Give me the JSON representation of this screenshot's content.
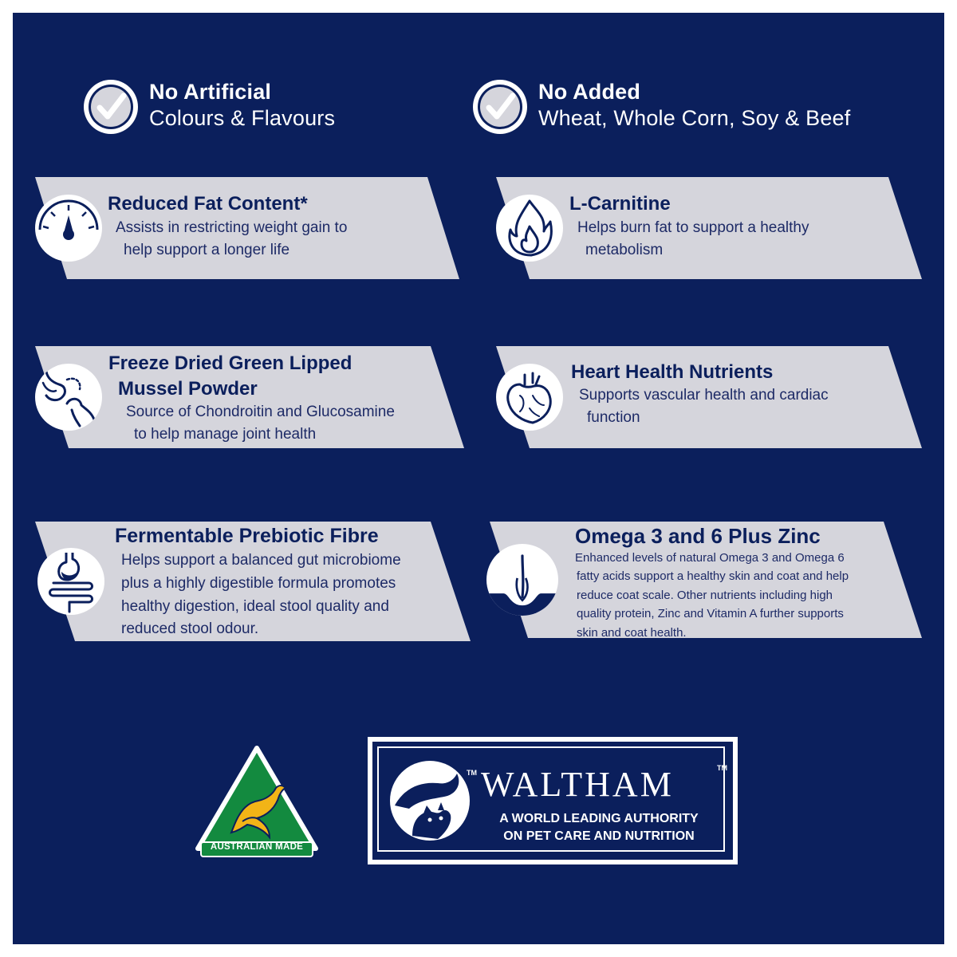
{
  "colors": {
    "navy": "#0b1f5c",
    "banner": "#d5d5dc",
    "white": "#ffffff",
    "aus_green": "#138a3f",
    "aus_gold": "#f2b417"
  },
  "claims": [
    {
      "title": "No Artificial",
      "subtitle": "Colours & Flavours",
      "icon": "checkmark-icon"
    },
    {
      "title": "No Added",
      "subtitle": "Wheat, Whole Corn, Soy & Beef",
      "icon": "checkmark-icon"
    }
  ],
  "benefits": [
    {
      "icon": "weight-gauge-icon",
      "title": [
        "Reduced Fat Content*"
      ],
      "description": [
        "Assists in restricting weight gain to",
        "help support a longer life"
      ]
    },
    {
      "icon": "flame-icon",
      "title": [
        "L-Carnitine"
      ],
      "description": [
        "Helps burn fat to support a healthy",
        "metabolism"
      ]
    },
    {
      "icon": "joint-icon",
      "title": [
        "Freeze Dried Green Lipped",
        "Mussel Powder"
      ],
      "description": [
        "Source of Chondroitin and Glucosamine",
        "to help manage joint health"
      ]
    },
    {
      "icon": "heart-icon",
      "title": [
        "Heart Health Nutrients"
      ],
      "description": [
        "Supports vascular health and cardiac",
        "function"
      ]
    },
    {
      "icon": "gut-icon",
      "title": [
        "Fermentable Prebiotic Fibre"
      ],
      "description": [
        "Helps support a balanced gut microbiome",
        "plus a highly digestible formula promotes",
        "healthy digestion, ideal stool quality and",
        "reduced stool odour."
      ]
    },
    {
      "icon": "hair-follicle-icon",
      "title": [
        "Omega 3 and 6 Plus Zinc"
      ],
      "description": [
        "Enhanced levels of natural Omega 3 and Omega 6",
        "fatty acids support a healthy skin and coat and help",
        "reduce coat scale. Other nutrients including high",
        "quality protein, Zinc and Vitamin A further supports",
        "skin and coat health."
      ]
    }
  ],
  "australian_made": {
    "label": "AUSTRALIAN MADE",
    "icon": "kangaroo-logo"
  },
  "waltham": {
    "brand": "WALTHAM",
    "tm": "TM",
    "tagline": [
      "A WORLD LEADING AUTHORITY",
      "ON PET CARE AND NUTRITION"
    ],
    "icon": "hand-pets-emblem"
  }
}
